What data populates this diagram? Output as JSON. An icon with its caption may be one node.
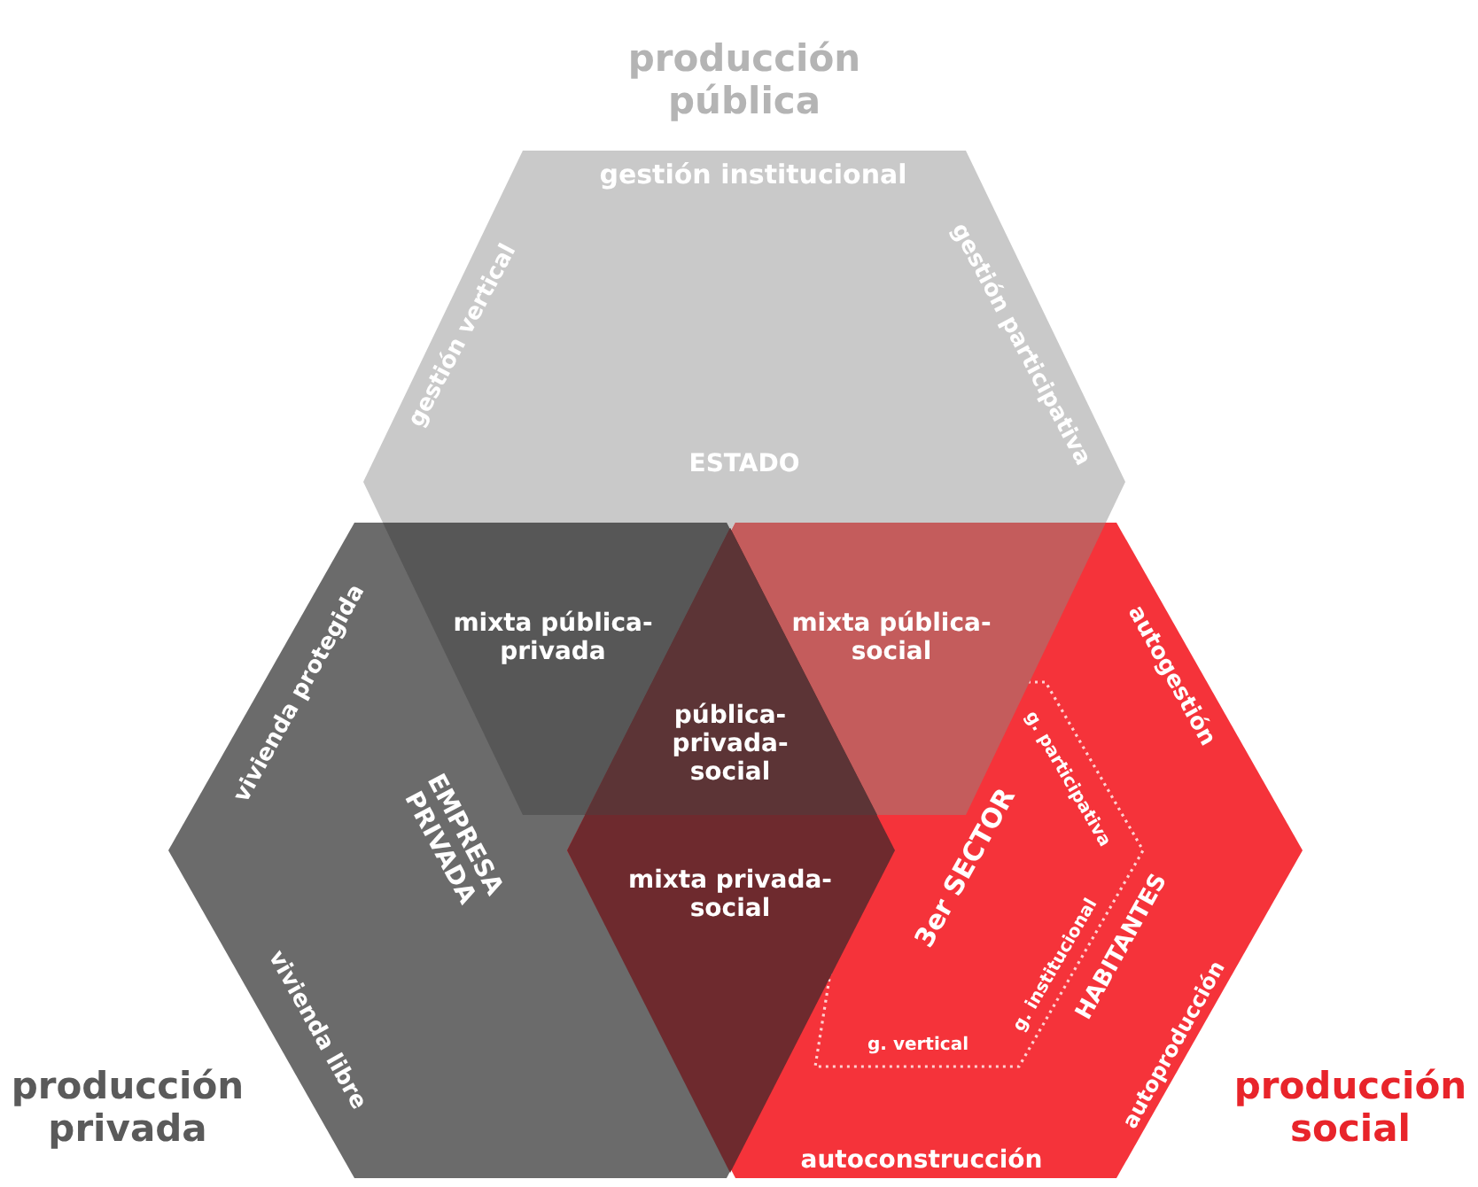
{
  "diagram": {
    "nodes": [
      {
        "text": [
          "producción pública",
          "gestión institucional",
          "gestión vertical",
          "gestión participativa",
          "ESTADO"
        ]
      },
      {
        "text": [
          "producción privada",
          "vivienda protegida",
          "vivienda libre",
          "EMPRESA PRIVADA"
        ]
      },
      {
        "text": [
          "producción social",
          "autogestión",
          "autoproducción",
          "autoconstrucción",
          "HABITANTES"
        ]
      },
      {
        "text": [
          "mixta pública-privada"
        ]
      },
      {
        "text": [
          "mixta pública-social"
        ]
      },
      {
        "text": [
          "mixta privada-social"
        ]
      },
      {
        "text": [
          "pública-privada-social"
        ]
      },
      {
        "text": [
          "3er SECTOR",
          "g. participativa",
          "g. institucional",
          "g. vertical"
        ],
        "in": 2
      }
    ]
  }
}
